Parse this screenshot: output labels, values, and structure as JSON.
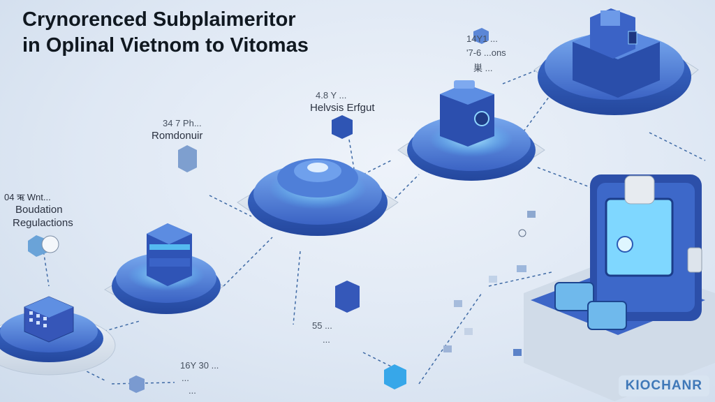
{
  "title": {
    "line1": "Crynorenced Subplaimeritor",
    "line2": "in Oplinal Vietnom to Vitomas"
  },
  "labels": {
    "bottom_left_num": "04 ऋ Wnt...",
    "bottom_left_line1": "Boudation",
    "bottom_left_line2": "Regulactions",
    "roundonir_num": "34 7 Ph...",
    "roundonir_text": "Romdonuir",
    "helvsis_num": "4.8 Y ...",
    "helvsis_text": "Helvsis Erfgut",
    "top_right_num1": "14Y1 ...",
    "top_right_num2": "'7-6 ...ons",
    "top_right_small": "巣 ...",
    "mid_bottom_num": "55 ...",
    "mid_bottom_small": "...",
    "lower_num": "16Y 30 ...",
    "lower_small1": "...",
    "lower_small2": "..."
  },
  "watermark": "KIOCHANR",
  "colors": {
    "platform_blue": "#3f6fd0",
    "platform_light": "#7fb3ee",
    "glow": "#5cc8ff",
    "base_gray": "#d7e0ea",
    "line": "#3e6aa6"
  }
}
